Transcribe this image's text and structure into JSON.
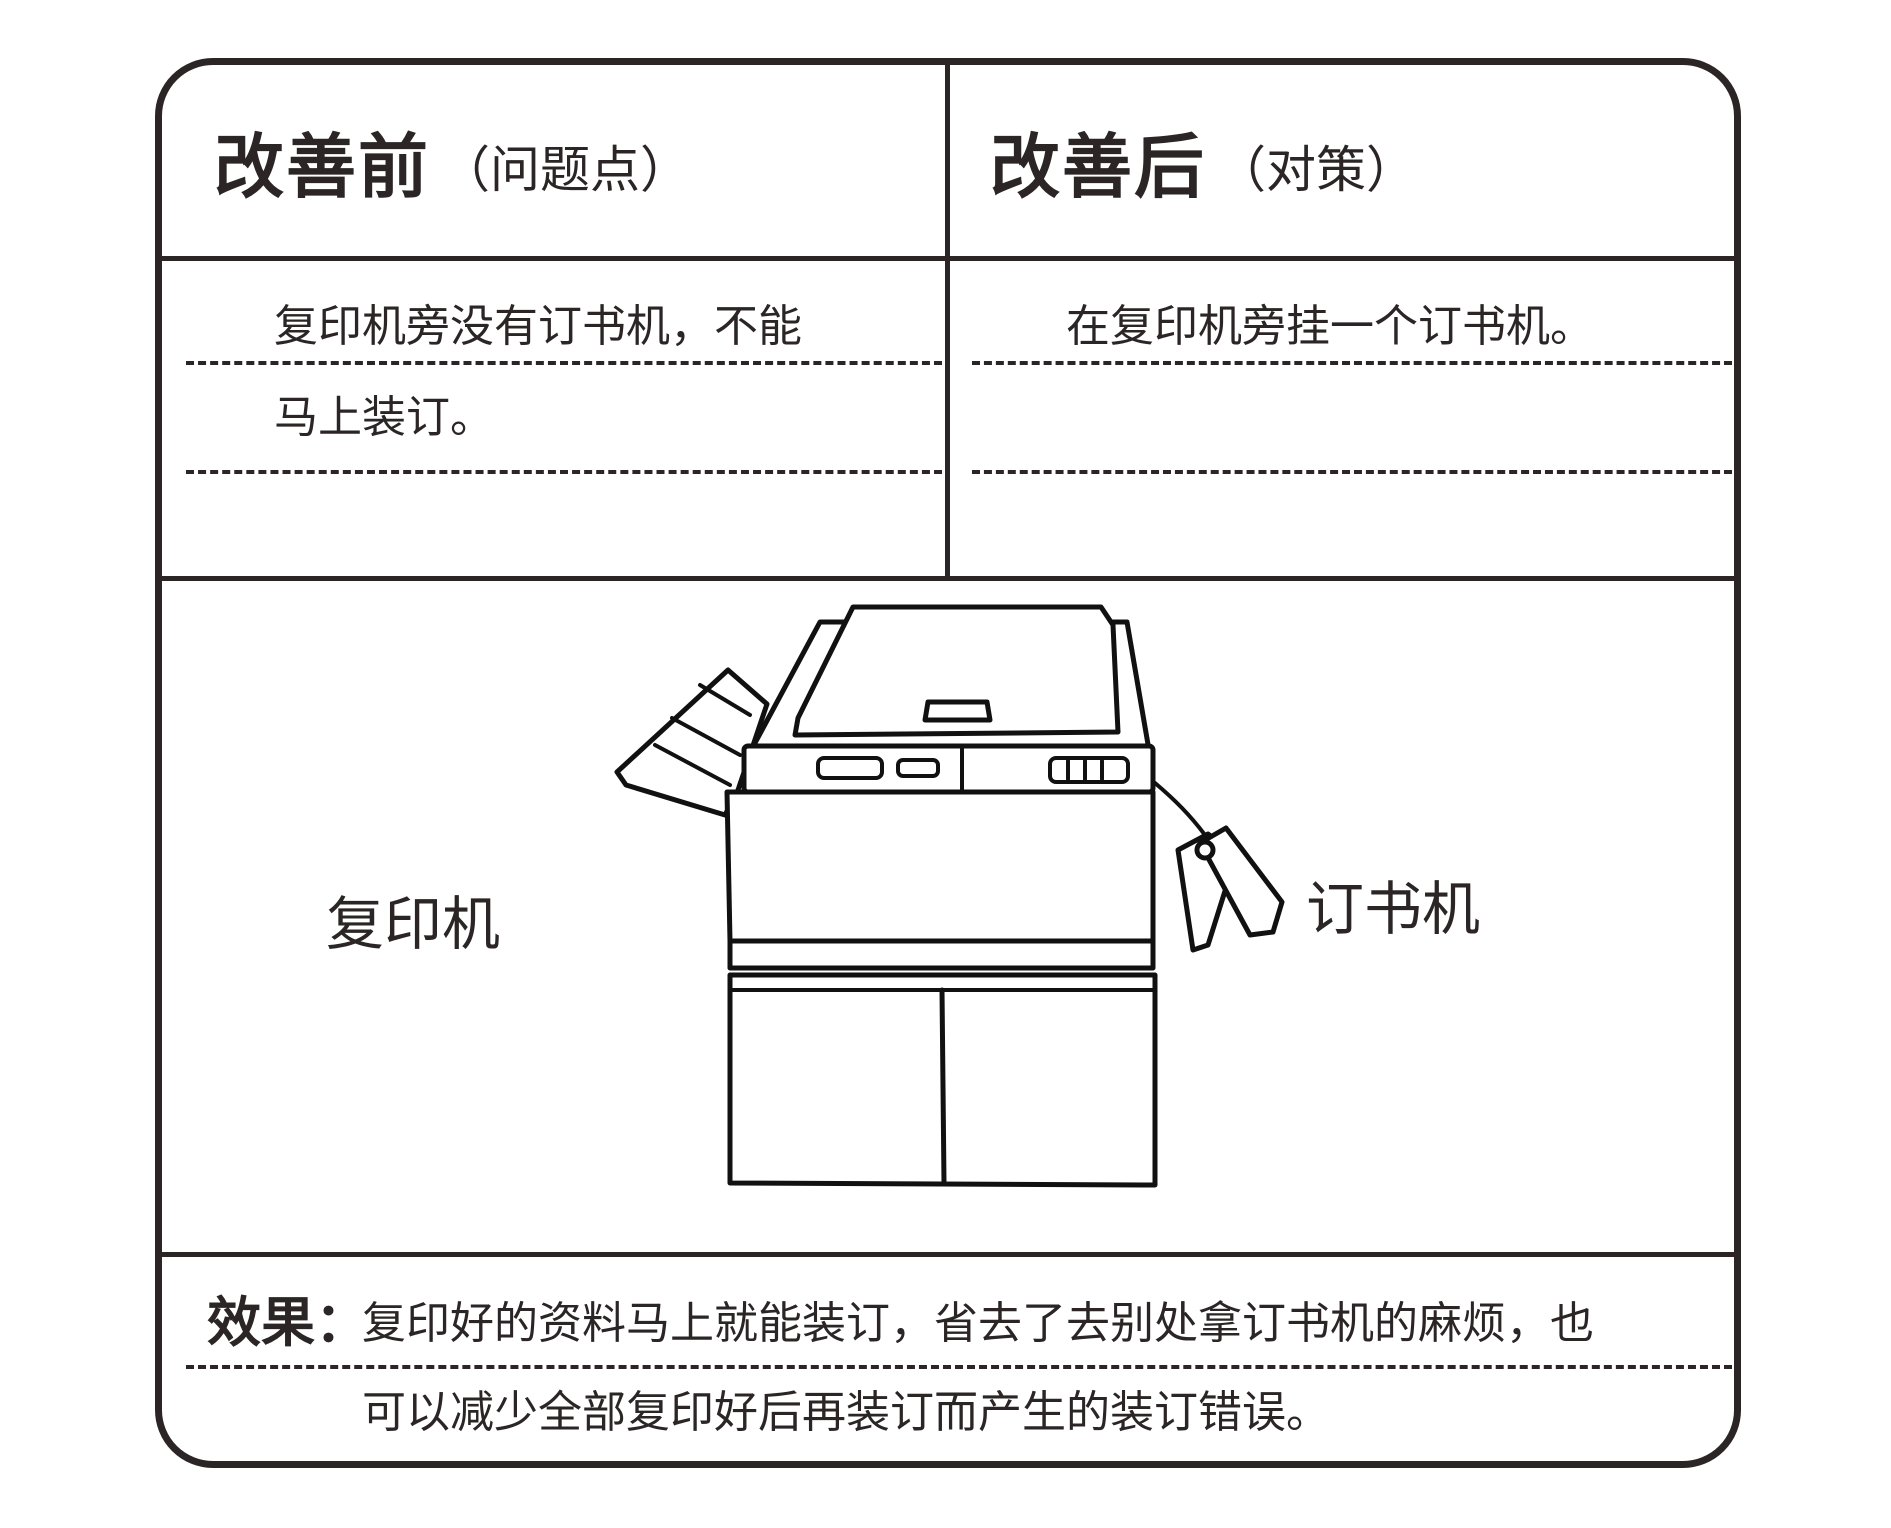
{
  "before": {
    "title": "改善前",
    "subtitle": "（问题点）",
    "text_line1": "复印机旁没有订书机，不能",
    "text_line2": "马上装订。"
  },
  "after": {
    "title": "改善后",
    "subtitle": "（对策）",
    "text_line1": "在复印机旁挂一个订书机。"
  },
  "illustration": {
    "copier_label": "复印机",
    "stapler_label": "订书机"
  },
  "effect": {
    "label": "效果：",
    "text_line1": "复印好的资料马上就能装订，省去了去别处拿订书机的麻烦，也",
    "text_line2": "可以减少全部复印好后再装订而产生的装订错误。"
  },
  "colors": {
    "ink": "#2b2526",
    "background": "#ffffff"
  }
}
